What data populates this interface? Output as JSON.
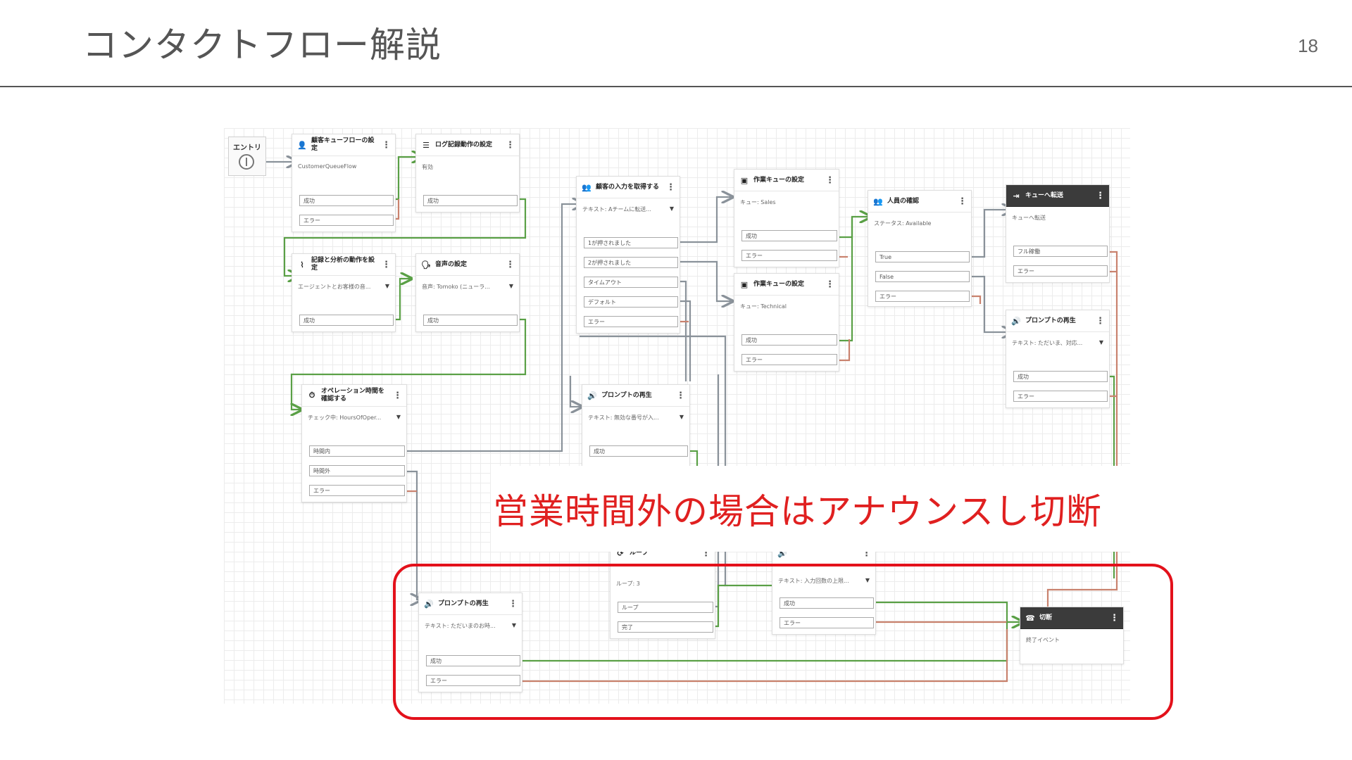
{
  "slide": {
    "title": "コンタクトフロー解説",
    "page_number": "18",
    "callout": "営業時間外の場合はアナウンスし切断"
  },
  "flow": {
    "entry_label": "エントリ",
    "nodes": {
      "customer_queue": {
        "title": "顧客キューフローの設定",
        "subtitle": "CustomerQueueFlow",
        "ports": [
          "成功",
          "エラー"
        ]
      },
      "logging": {
        "title": "ログ記録動作の設定",
        "subtitle": "有効",
        "ports": [
          "成功"
        ]
      },
      "recording": {
        "title": "記録と分析の動作を設定",
        "subtitle": "エージェントとお客様の音...",
        "ports": [
          "成功"
        ]
      },
      "voice": {
        "title": "音声の設定",
        "subtitle": "音声: Tomoko (ニューラ...",
        "ports": [
          "成功"
        ]
      },
      "hours": {
        "title": "オペレーション時間を確認する",
        "subtitle": "チェック中: HoursOfOper...",
        "ports": [
          "時間内",
          "時間外",
          "エラー"
        ]
      },
      "get_input": {
        "title": "顧客の入力を取得する",
        "subtitle": "テキスト: Aチームに転送...",
        "ports": [
          "1が押されました",
          "2が押されました",
          "タイムアウト",
          "デフォルト",
          "エラー"
        ]
      },
      "prompt_invalid": {
        "title": "プロンプトの再生",
        "subtitle": "テキスト: 無効な番号が入...",
        "ports": [
          "成功"
        ]
      },
      "queue_sales": {
        "title": "作業キューの設定",
        "subtitle": "キュー: Sales",
        "ports": [
          "成功",
          "エラー"
        ]
      },
      "queue_technical": {
        "title": "作業キューの設定",
        "subtitle": "キュー: Technical",
        "ports": [
          "成功",
          "エラー"
        ]
      },
      "staffing": {
        "title": "人員の確認",
        "subtitle": "ステータス: Available",
        "ports": [
          "True",
          "False",
          "エラー"
        ]
      },
      "transfer_queue": {
        "title": "キューへ転送",
        "subtitle": "キューへ転送",
        "ports": [
          "フル稼働",
          "エラー"
        ]
      },
      "prompt_busy": {
        "title": "プロンプトの再生",
        "subtitle": "テキスト: ただいま、対応...",
        "ports": [
          "成功",
          "エラー"
        ]
      },
      "loop": {
        "title": "ループ",
        "subtitle": "ループ: 3",
        "ports": [
          "ループ",
          "完了"
        ]
      },
      "prompt_limit": {
        "subtitle": "テキスト: 入力回数の上限...",
        "ports": [
          "成功",
          "エラー"
        ]
      },
      "prompt_closed": {
        "title": "プロンプトの再生",
        "subtitle": "テキスト: ただいまのお時...",
        "ports": [
          "成功",
          "エラー"
        ]
      },
      "disconnect": {
        "title": "切断",
        "subtitle": "終了イベント"
      }
    }
  },
  "colors": {
    "success_wire": "#5aa046",
    "error_wire": "#c9826e",
    "neutral_wire": "#8a929a",
    "callout": "#e02020",
    "highlight": "#e3111b"
  }
}
